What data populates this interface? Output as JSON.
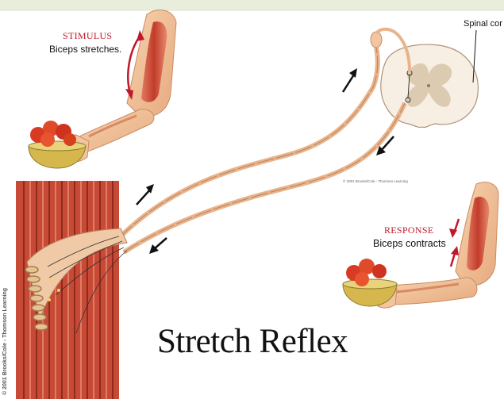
{
  "stimulus": {
    "title": "STIMULUS",
    "text": "Biceps stretches."
  },
  "response": {
    "title": "RESPONSE",
    "text": "Biceps contracts"
  },
  "spinal_label": "Spinal cor",
  "main_title": "Stretch Reflex",
  "copyright_small": "© 2001 Brooks/Cole - Thomson Learning",
  "copyright_side": "© 2001 Brooks/Cole - Thomson Learning",
  "colors": {
    "accent_red": "#c0182a",
    "muscle_red": "#c44836",
    "skin": "#f2c49b",
    "nerve": "#e9b48c",
    "spinal_gray": "#d6c8b0",
    "header_band": "#e9eedc"
  }
}
